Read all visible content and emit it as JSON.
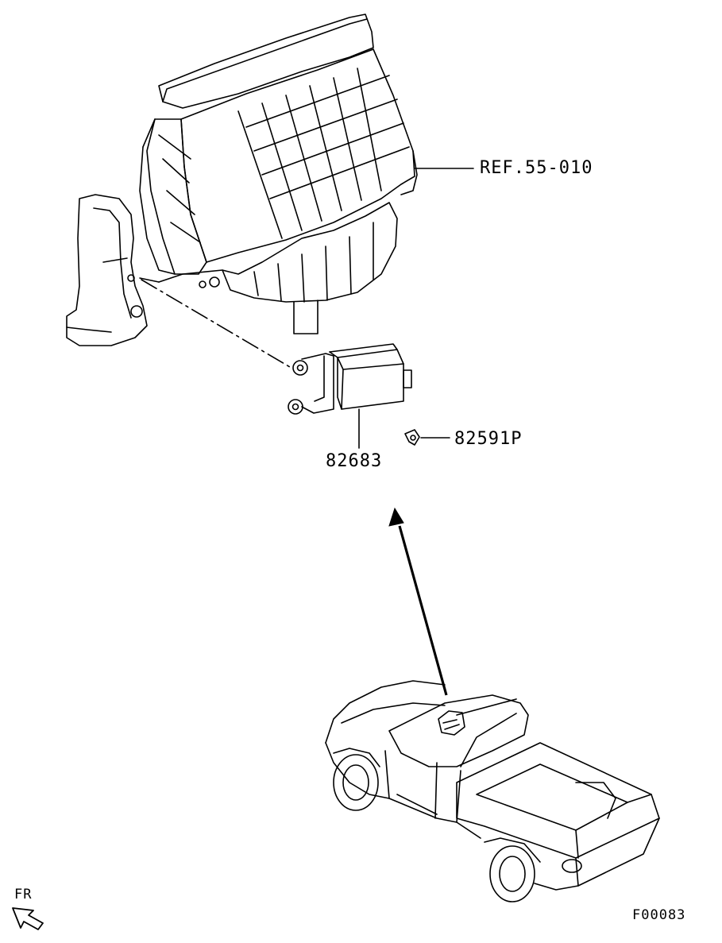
{
  "callouts": {
    "ref_assembly": "REF.55-010",
    "part_module": "82683",
    "part_clip": "82591P"
  },
  "orientation": {
    "label": "FR"
  },
  "figure_id": "F00083",
  "colors": {
    "ink": "#000000",
    "paper": "#ffffff"
  }
}
